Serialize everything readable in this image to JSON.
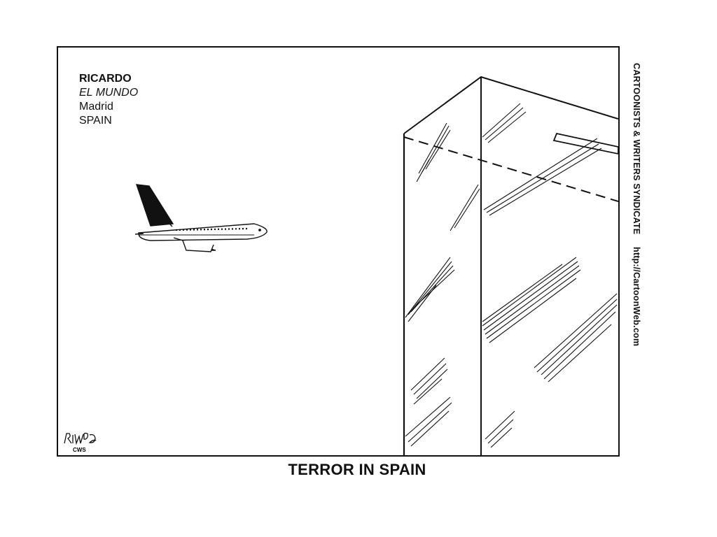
{
  "credit": {
    "artist": "RICARDO",
    "publication": "EL MUNDO",
    "city": "Madrid",
    "country": "SPAIN"
  },
  "syndicate": {
    "name": "CARTOONISTS & WRITERS SYNDICATE",
    "url": "http://CartoonWeb.com"
  },
  "caption": "TERROR IN SPAIN",
  "signature": {
    "name": "RICARDO",
    "agency": "CWS"
  }
}
